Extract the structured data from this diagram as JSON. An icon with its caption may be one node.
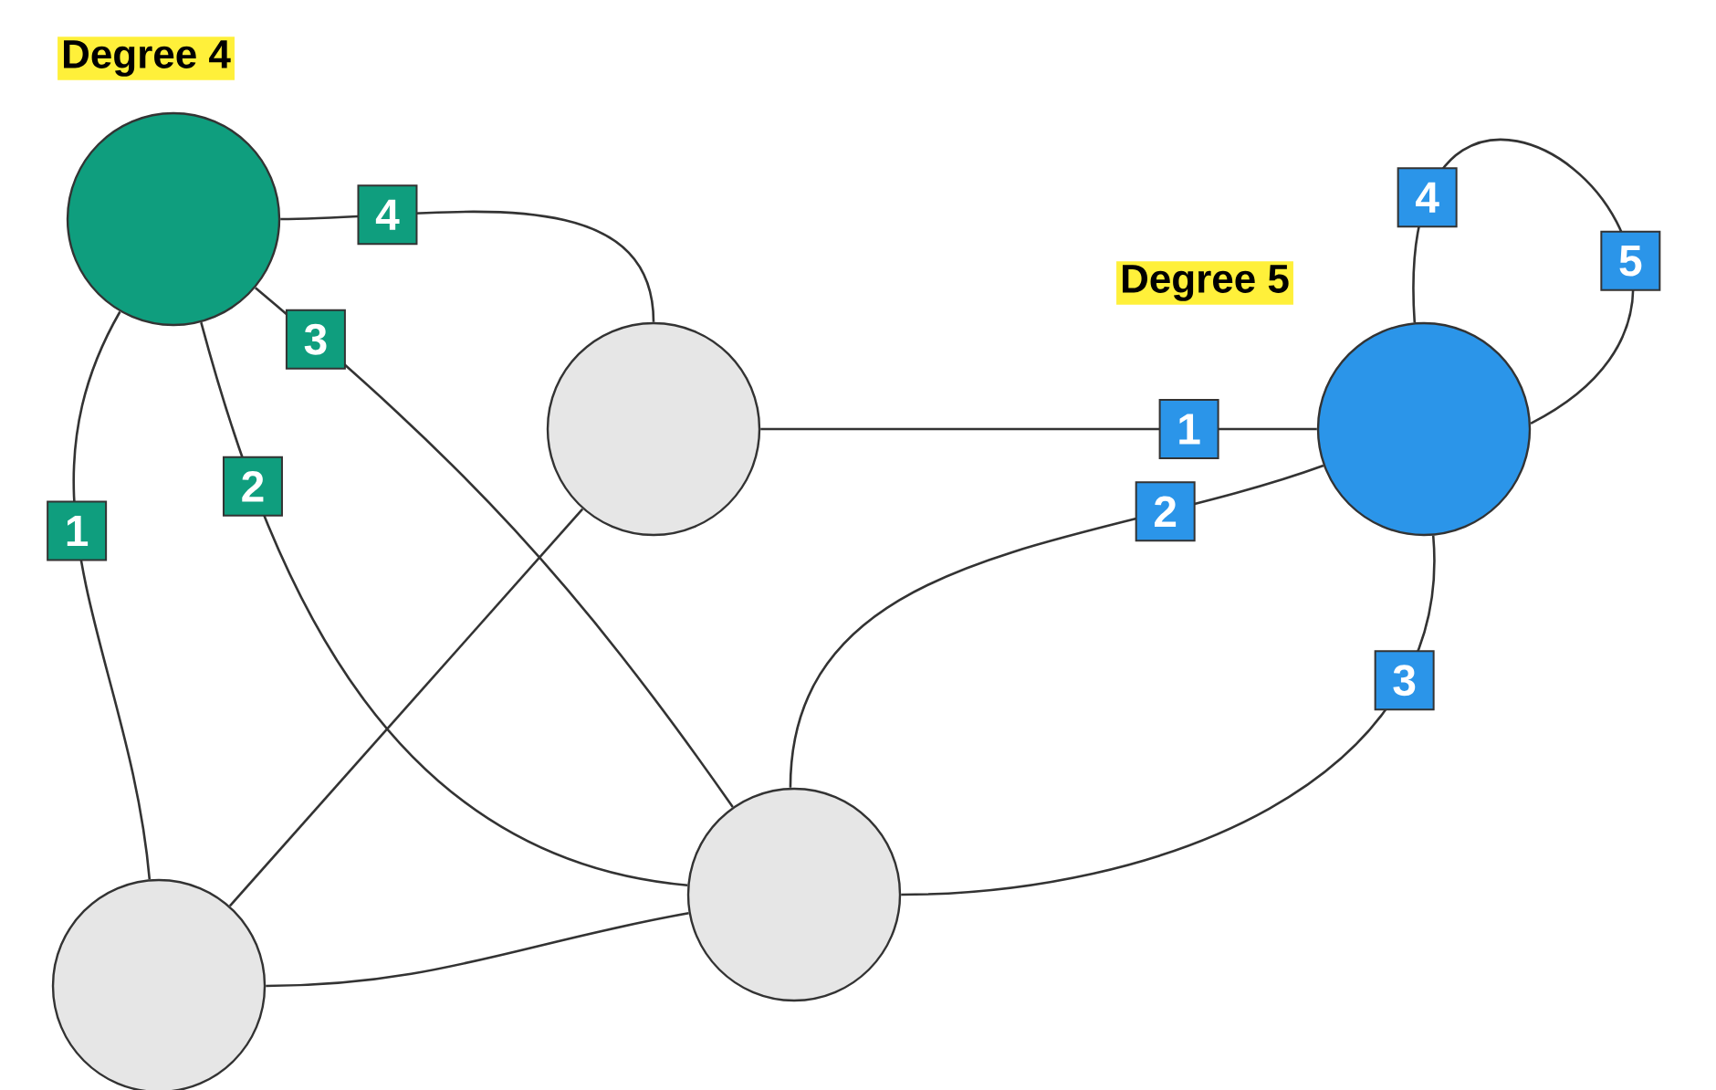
{
  "diagram": {
    "nodes": [
      {
        "text": [],
        "shape": "circle",
        "beside": [
          "Degree 4"
        ]
      },
      {
        "text": [],
        "shape": "circle"
      },
      {
        "text": [],
        "shape": "circle",
        "beside": [
          "Degree 5"
        ]
      },
      {
        "text": [],
        "shape": "circle"
      },
      {
        "text": [],
        "shape": "circle"
      }
    ],
    "edges": [
      {
        "from": 0,
        "to": 3,
        "arrow": "none",
        "label": "1"
      },
      {
        "from": 0,
        "to": 4,
        "arrow": "none",
        "label": "2"
      },
      {
        "from": 0,
        "to": 4,
        "arrow": "none",
        "label": "3"
      },
      {
        "from": 0,
        "to": 1,
        "arrow": "none",
        "label": "4"
      },
      {
        "from": 1,
        "to": 2,
        "arrow": "none",
        "label": "1"
      },
      {
        "from": 4,
        "to": 2,
        "arrow": "none",
        "label": "2"
      },
      {
        "from": 4,
        "to": 2,
        "arrow": "none",
        "label": "3"
      },
      {
        "from": 2,
        "to": 2,
        "arrow": "none",
        "label": "4"
      },
      {
        "from": 1,
        "to": 3,
        "arrow": "none"
      },
      {
        "from": 3,
        "to": 4,
        "arrow": "none"
      }
    ],
    "labels": [
      "5"
    ]
  }
}
